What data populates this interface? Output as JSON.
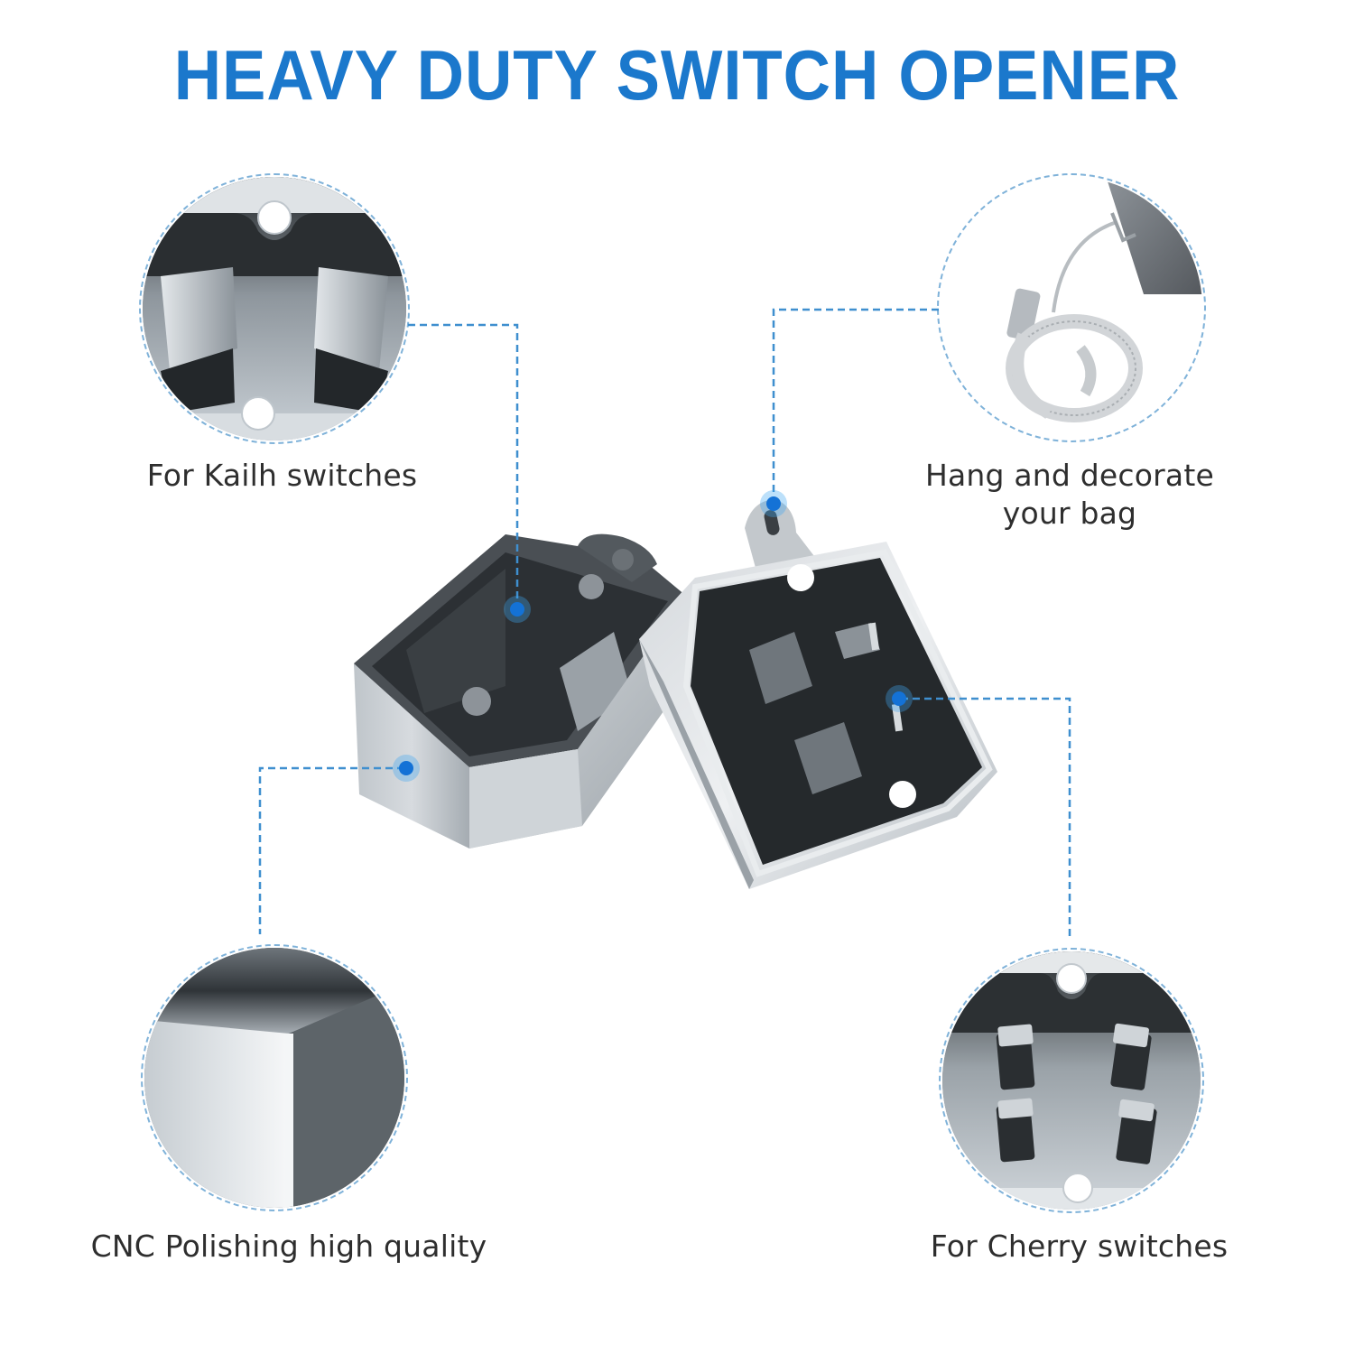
{
  "title": "HEAVY DUTY SWITCH OPENER",
  "colors": {
    "title_blue": "#1b78cc",
    "leader_blue": "#3f8fcf",
    "dot_blue": "#1472d6",
    "caption_text": "#2e2e2e",
    "metal_light": "#c9ced3",
    "metal_dark": "#4b5157"
  },
  "callouts": [
    {
      "id": "kailh",
      "caption": "For Kailh switches",
      "image": "kailh-switch-mount-closeup"
    },
    {
      "id": "bag",
      "caption_line1": "Hang and decorate",
      "caption_line2": "your bag",
      "image": "lanyard-strap-closeup"
    },
    {
      "id": "cnc",
      "caption": "CNC Polishing high quality",
      "image": "polished-corner-closeup"
    },
    {
      "id": "cherry",
      "caption": "For Cherry switches",
      "image": "cherry-switch-mount-closeup"
    }
  ],
  "product": {
    "image": "two-piece-metal-switch-opener"
  }
}
